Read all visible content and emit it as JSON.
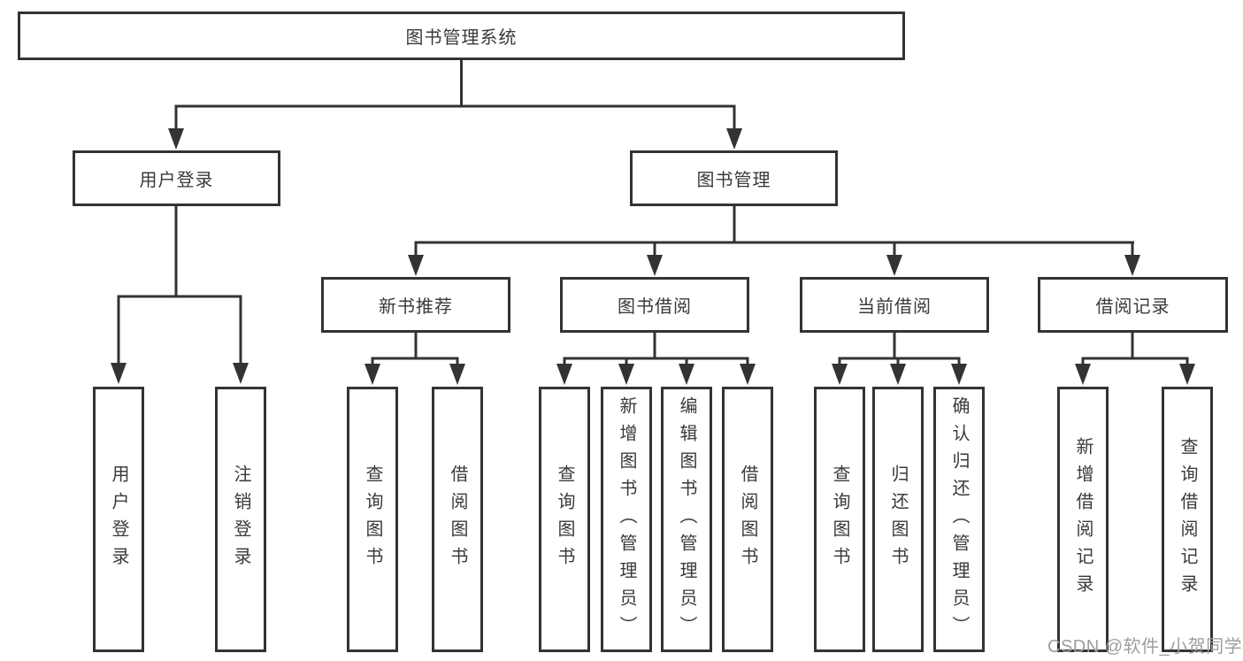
{
  "diagram": {
    "root": {
      "label": "图书管理系统"
    },
    "user_login": {
      "label": "用户登录",
      "children": [
        {
          "label": "用户登录"
        },
        {
          "label": "注销登录"
        }
      ]
    },
    "book_management": {
      "label": "图书管理",
      "modules": [
        {
          "label": "新书推荐",
          "children": [
            {
              "label": "查询图书"
            },
            {
              "label": "借阅图书"
            }
          ]
        },
        {
          "label": "图书借阅",
          "children": [
            {
              "label": "查询图书"
            },
            {
              "label": "新增图书（管理员）"
            },
            {
              "label": "编辑图书（管理员）"
            },
            {
              "label": "借阅图书"
            }
          ]
        },
        {
          "label": "当前借阅",
          "children": [
            {
              "label": "查询图书"
            },
            {
              "label": "归还图书"
            },
            {
              "label": "确认归还（管理员）"
            }
          ]
        },
        {
          "label": "借阅记录",
          "children": [
            {
              "label": "新增借阅记录"
            },
            {
              "label": "查询借阅记录"
            }
          ]
        }
      ]
    }
  },
  "watermark": {
    "text": "CSDN @软件_小贺同学"
  },
  "colors": {
    "line": "#333333",
    "box_border": "#333333",
    "text": "#3a3a3a",
    "watermark": "#9e9e9e",
    "background": "#ffffff"
  }
}
